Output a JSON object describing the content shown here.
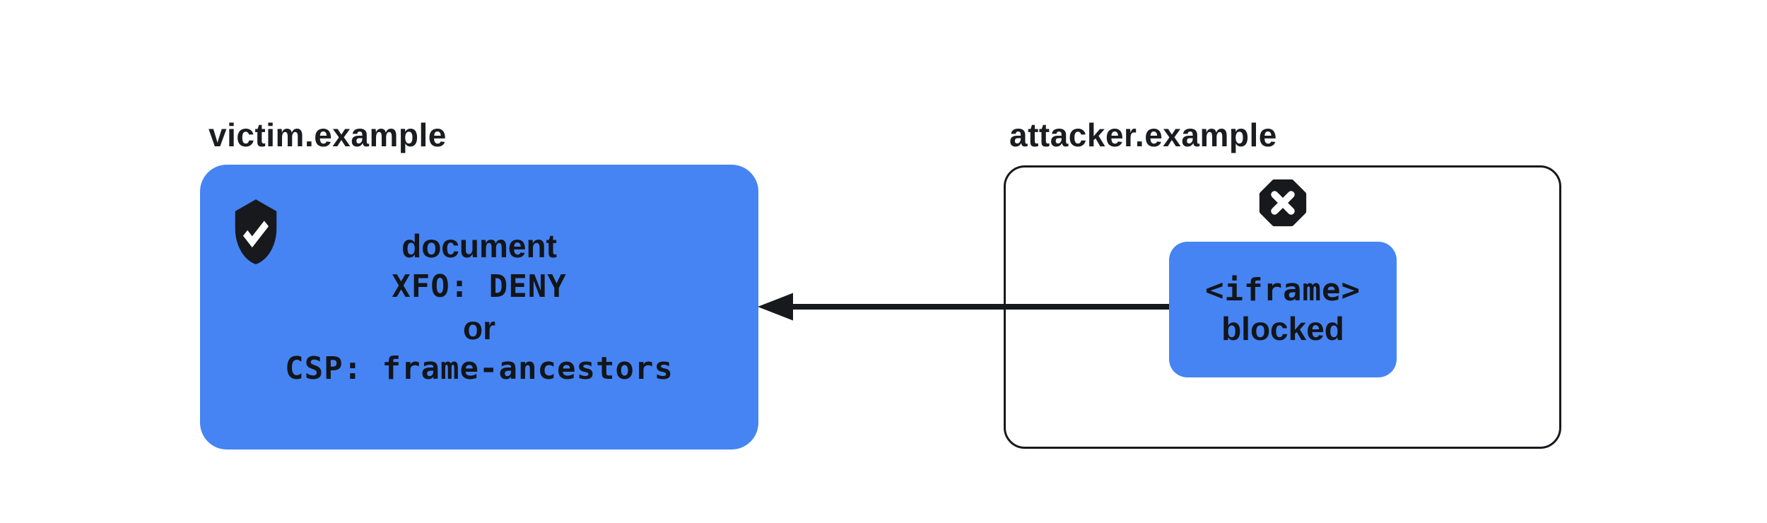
{
  "victim": {
    "domain_label": "victim.example",
    "lines": [
      "document",
      "XFO: DENY",
      "or",
      "CSP: frame-ancestors"
    ],
    "icon": "shield-check"
  },
  "attacker": {
    "domain_label": "attacker.example",
    "iframe_tag": "<iframe>",
    "iframe_status": "blocked",
    "icon": "blocked-x"
  },
  "colors": {
    "accent_blue": "#4684F3",
    "ink": "#17191D",
    "background": "#FFFFFF"
  }
}
